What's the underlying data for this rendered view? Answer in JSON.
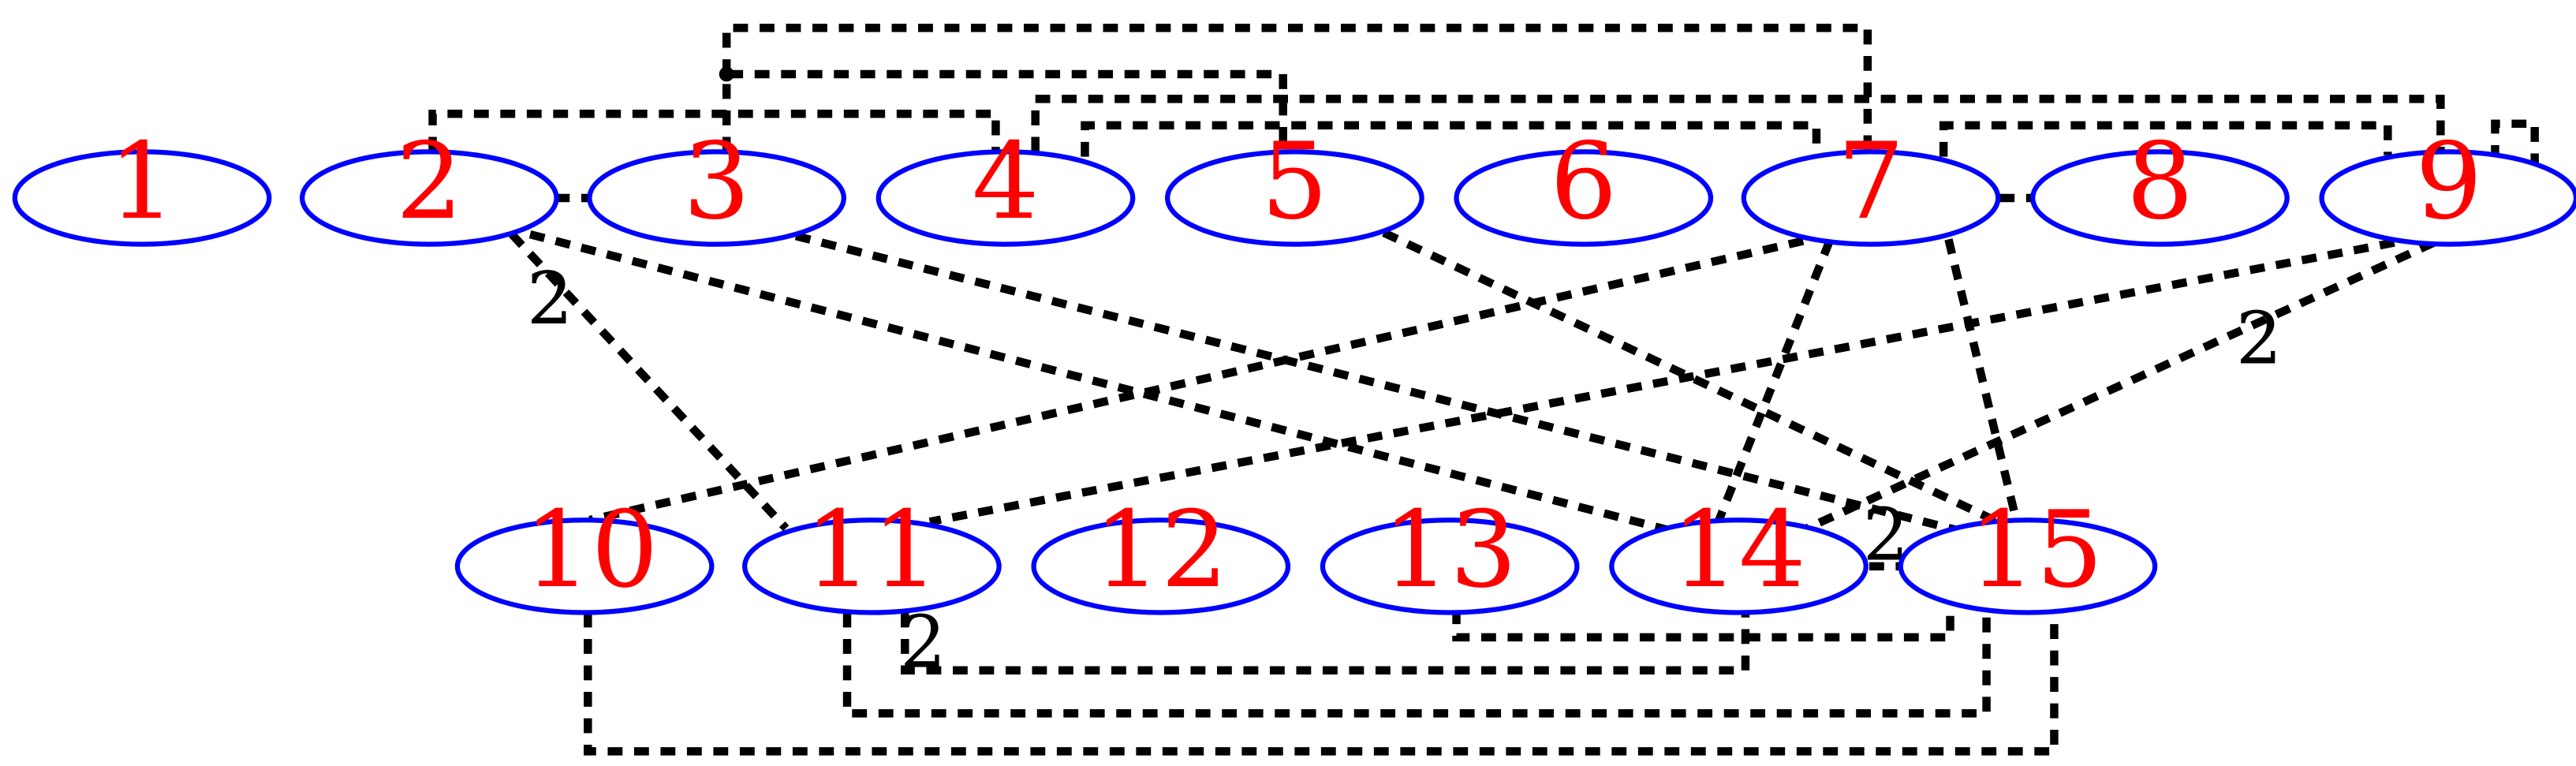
{
  "colors": {
    "node_stroke": "#0000ff",
    "node_text": "#ff0000",
    "edge": "#000000",
    "background": "#ffffff"
  },
  "nodes": [
    {
      "id": "n1",
      "label": "1"
    },
    {
      "id": "n2",
      "label": "2"
    },
    {
      "id": "n3",
      "label": "3"
    },
    {
      "id": "n4",
      "label": "4"
    },
    {
      "id": "n5",
      "label": "5"
    },
    {
      "id": "n6",
      "label": "6"
    },
    {
      "id": "n7",
      "label": "7"
    },
    {
      "id": "n8",
      "label": "8"
    },
    {
      "id": "n9",
      "label": "9"
    },
    {
      "id": "n10",
      "label": "10"
    },
    {
      "id": "n11",
      "label": "11"
    },
    {
      "id": "n12",
      "label": "12"
    },
    {
      "id": "n13",
      "label": "13"
    },
    {
      "id": "n14",
      "label": "14"
    },
    {
      "id": "n15",
      "label": "15"
    }
  ],
  "edges": [
    {
      "id": "e-2-4",
      "from": "2",
      "to": "4"
    },
    {
      "id": "e-3-5",
      "from": "3",
      "to": "5"
    },
    {
      "id": "e-3-7",
      "from": "3",
      "to": "7"
    },
    {
      "id": "e-4-9",
      "from": "4",
      "to": "9"
    },
    {
      "id": "e-4-7",
      "from": "4",
      "to": "7"
    },
    {
      "id": "e-7-9",
      "from": "7",
      "to": "9"
    },
    {
      "id": "e-9-9",
      "from": "9",
      "to": "9"
    },
    {
      "id": "e-2-3",
      "from": "2",
      "to": "3"
    },
    {
      "id": "e-7-8",
      "from": "7",
      "to": "8"
    },
    {
      "id": "e-2-11",
      "from": "2",
      "to": "11",
      "label": "2"
    },
    {
      "id": "e-2-14",
      "from": "2",
      "to": "14"
    },
    {
      "id": "e-3-15",
      "from": "3",
      "to": "15"
    },
    {
      "id": "e-5-15",
      "from": "5",
      "to": "15"
    },
    {
      "id": "e-7-10",
      "from": "7",
      "to": "10"
    },
    {
      "id": "e-7-14",
      "from": "7",
      "to": "14"
    },
    {
      "id": "e-7-15",
      "from": "7",
      "to": "15"
    },
    {
      "id": "e-9-11",
      "from": "9",
      "to": "11"
    },
    {
      "id": "e-9-14",
      "from": "9",
      "to": "14",
      "label": "2"
    },
    {
      "id": "e-14-15",
      "from": "14",
      "to": "15",
      "label": "2"
    },
    {
      "id": "e-13-15",
      "from": "13",
      "to": "15"
    },
    {
      "id": "e-11-14",
      "from": "11",
      "to": "14",
      "label": "2"
    },
    {
      "id": "e-11-15",
      "from": "11",
      "to": "15"
    },
    {
      "id": "e-10-15",
      "from": "10",
      "to": "15"
    }
  ]
}
